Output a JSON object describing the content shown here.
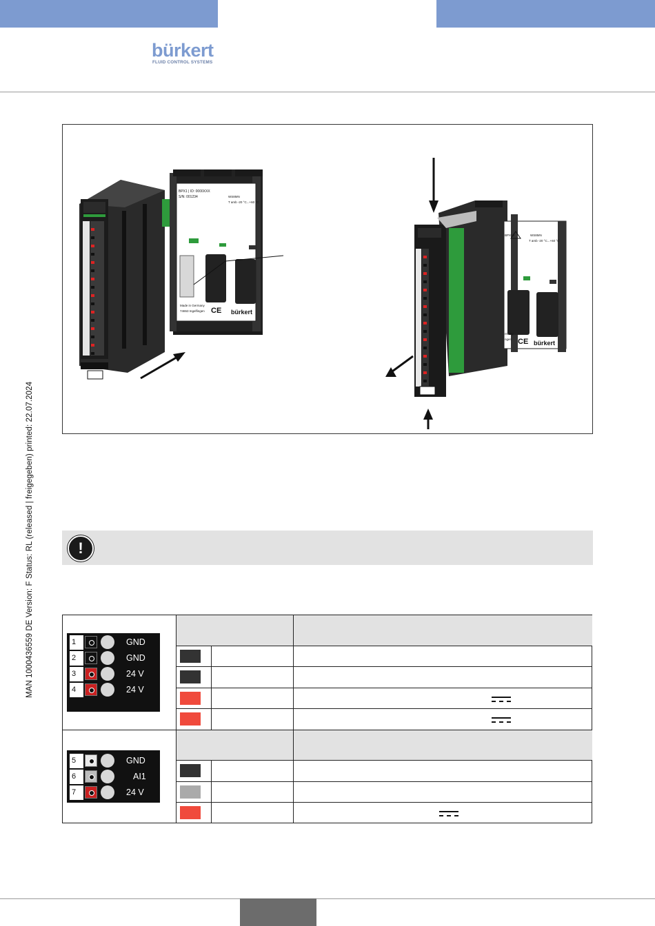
{
  "header": {
    "logo": {
      "word": "bürkert",
      "tagline": "FLUID CONTROL SYSTEMS"
    }
  },
  "figure": {
    "label_left_top": "BPX1 | ID: 0000XXX",
    "label_left_sn": "S/N: 001234",
    "label_left_temp_code": "WS8MN",
    "label_left_temp": "T amb -20 °C...+60 °C",
    "label_left_made": "Made in Germany",
    "label_left_city": "74653 Ingelfingen",
    "module_brand": "bürkert",
    "label_right_code": "BPX10",
    "label_right_temp_code": "WS8MN",
    "label_right_temp": "T amb -20 °C...+60 °C",
    "label_right_made": "rmany",
    "label_right_city": "ngen",
    "ce": "CE"
  },
  "side_text": "MAN  1000436559  DE  Version: F  Status: RL (released | freigegeben)  printed: 22.07.2024",
  "note_icon": "exclamation-icon",
  "connector_top": {
    "pins": [
      {
        "num": "1",
        "label": "GND"
      },
      {
        "num": "2",
        "label": "GND"
      },
      {
        "num": "3",
        "label": "24 V"
      },
      {
        "num": "4",
        "label": "24 V"
      }
    ]
  },
  "connector_bottom": {
    "pins": [
      {
        "num": "5",
        "label": "GND"
      },
      {
        "num": "6",
        "label": "AI1"
      },
      {
        "num": "7",
        "label": "24 V"
      }
    ]
  },
  "colors": {
    "accent": "#7d9bd0",
    "black_wire": "#333333",
    "red_wire": "#f04a3c",
    "grey_wire": "#aaaaaa",
    "header_bg": "#e2e2e2"
  }
}
